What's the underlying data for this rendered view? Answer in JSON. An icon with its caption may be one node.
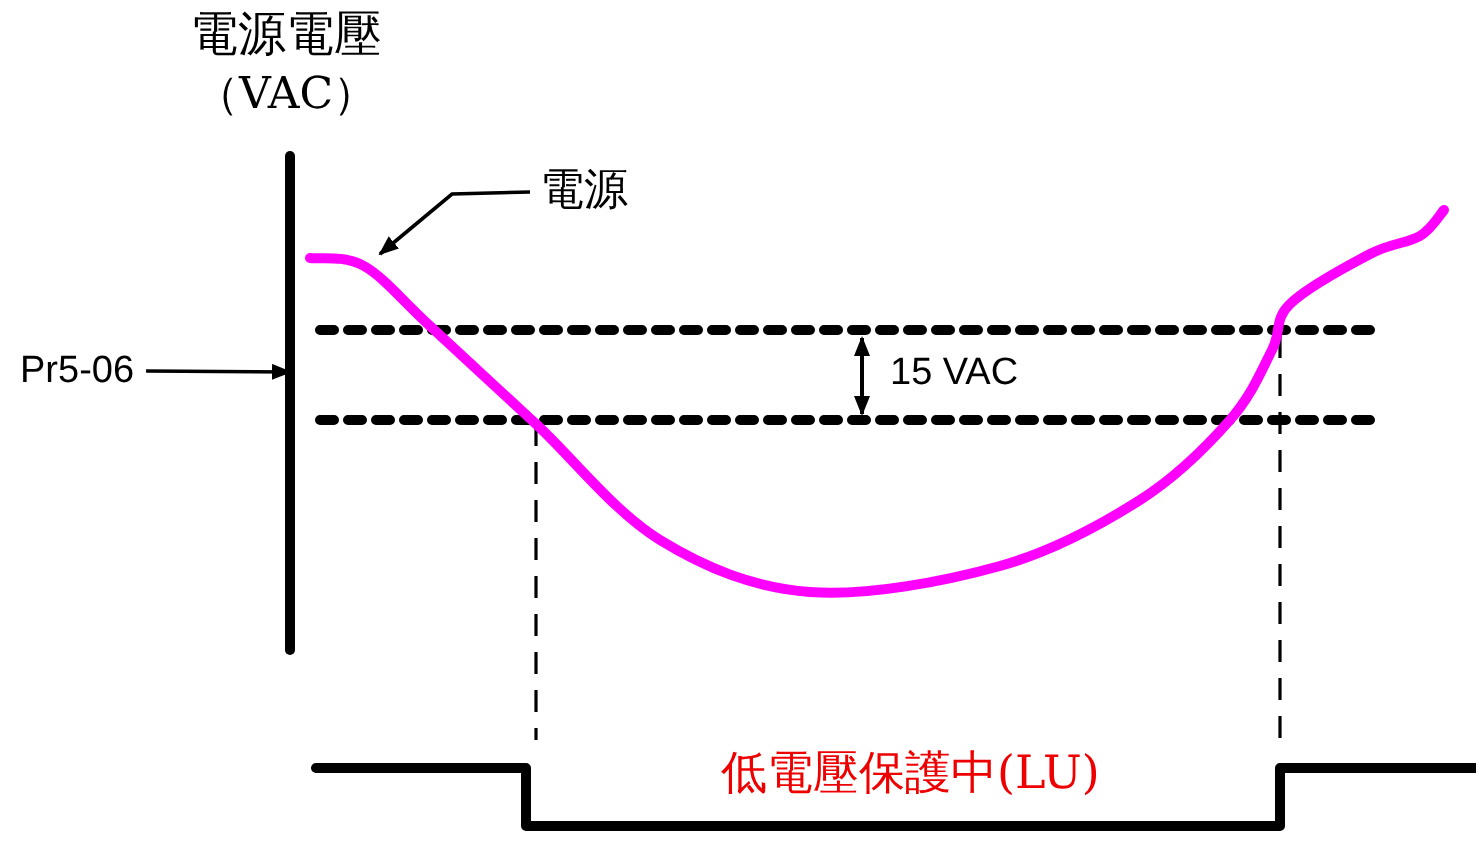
{
  "diagram": {
    "nodes": [
      {
        "text": [
          "Pr5-06"
        ]
      },
      {
        "text": [
          "電源"
        ]
      },
      {
        "text": [],
        "shape": "curve"
      },
      {
        "text": [],
        "shape": "line"
      }
    ],
    "edges": [
      {
        "from": 0,
        "to": 3,
        "arrow": "to"
      },
      {
        "from": 1,
        "to": 2,
        "arrow": "to"
      }
    ],
    "labels": [
      "電源電壓",
      "（VAC）",
      "15 VAC",
      "低電壓保護中(LU)"
    ]
  }
}
